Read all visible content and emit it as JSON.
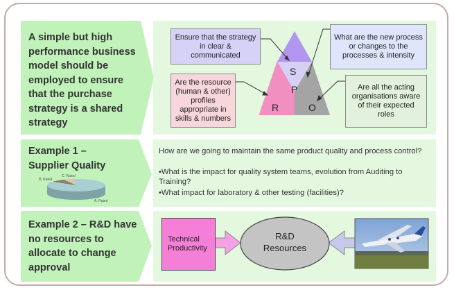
{
  "row1": {
    "label": "A simple but high performance business model should be employed to ensure that the purchase strategy is a shared strategy",
    "boxes": {
      "s_box": "Ensure that the strategy in clear & communicated",
      "p_box": "What are the new process or changes to the processes & intensity",
      "r_box": "Are the resource (human & other) profiles appropriate in skills & numbers",
      "o_box": "Are all the acting organisations aware of their expected roles"
    },
    "triangle": {
      "s": "S",
      "p": "P",
      "r": "R",
      "o": "O"
    },
    "colors": {
      "s_box": "#d6d2f7",
      "p_box": "#dfe6fb",
      "r_box": "#f7d6dc",
      "o_box": "#e1f1dc",
      "s": "#b295ee",
      "r": "#f08fc0",
      "p": "#d5d0f4",
      "o": "#a4a4a4"
    }
  },
  "row2": {
    "label_line1": "Example 1 –",
    "label_line2": "Supplier Quality",
    "pie_labels": {
      "b": "B. Rated",
      "c": "C. Rated",
      "a": "A. Rated"
    },
    "q1": "How are we going to maintain the same product quality and process control?",
    "q2": "•What is the impact for quality system teams, evolution from Auditing to Training?",
    "q3": "•What impact for laboratory & other testing (facilities)?"
  },
  "row3": {
    "label": "Example 2 – R&D have no resources to allocate to change approval",
    "tech_box": "Technical Productivity",
    "rd_line1": "R&D",
    "rd_line2": "Resources",
    "colors": {
      "tech": "#f57fd6",
      "rd": "#c4c4c4",
      "arrow_left": "#f6a0e6",
      "arrow_right": "#c8c8ec"
    }
  }
}
